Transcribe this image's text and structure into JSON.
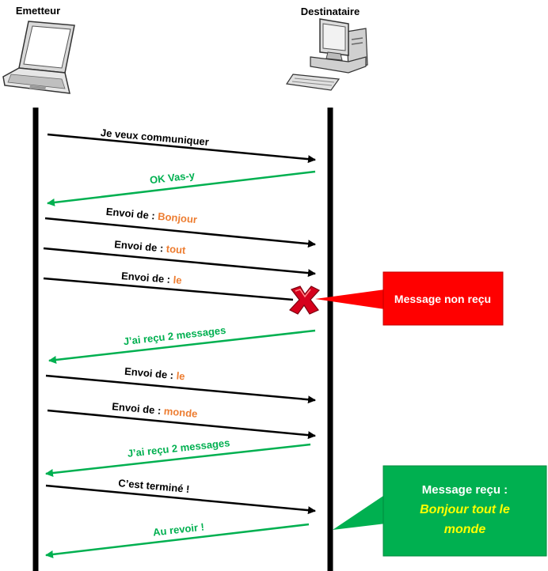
{
  "actors": {
    "sender": {
      "label": "Emetteur",
      "icon": "laptop-icon"
    },
    "receiver": {
      "label": "Destinataire",
      "icon": "desktop-computer-icon"
    }
  },
  "colors": {
    "black_message": "#000000",
    "green_message": "#00B050",
    "payload": "#ED7D31",
    "error_box": "#FF0000",
    "success_box": "#00B050",
    "success_text": "#FFFF00"
  },
  "messages": [
    {
      "direction": "to-receiver",
      "color": "black",
      "label": "Je veux communiquer",
      "payload": ""
    },
    {
      "direction": "to-sender",
      "color": "green",
      "label": "OK Vas-y",
      "payload": ""
    },
    {
      "direction": "to-receiver",
      "color": "black",
      "label": "Envoi de : ",
      "payload": "Bonjour"
    },
    {
      "direction": "to-receiver",
      "color": "black",
      "label": "Envoi de : ",
      "payload": "tout"
    },
    {
      "direction": "to-receiver",
      "color": "black",
      "label": "Envoi de : ",
      "payload": "le",
      "lost": true
    },
    {
      "direction": "to-sender",
      "color": "green",
      "label": "J’ai reçu 2 messages",
      "payload": ""
    },
    {
      "direction": "to-receiver",
      "color": "black",
      "label": "Envoi de : ",
      "payload": "le"
    },
    {
      "direction": "to-receiver",
      "color": "black",
      "label": "Envoi de : ",
      "payload": "monde"
    },
    {
      "direction": "to-sender",
      "color": "green",
      "label": "J’ai reçu 2 messages",
      "payload": ""
    },
    {
      "direction": "to-receiver",
      "color": "black",
      "label": "C’est terminé !",
      "payload": ""
    },
    {
      "direction": "to-sender",
      "color": "green",
      "label": "Au revoir !",
      "payload": ""
    }
  ],
  "callouts": {
    "lost": {
      "text": "Message non reçu",
      "icon": "red-cross-icon"
    },
    "received": {
      "title": "Message reçu :",
      "line1": "Bonjour tout le",
      "line2": "monde"
    }
  }
}
